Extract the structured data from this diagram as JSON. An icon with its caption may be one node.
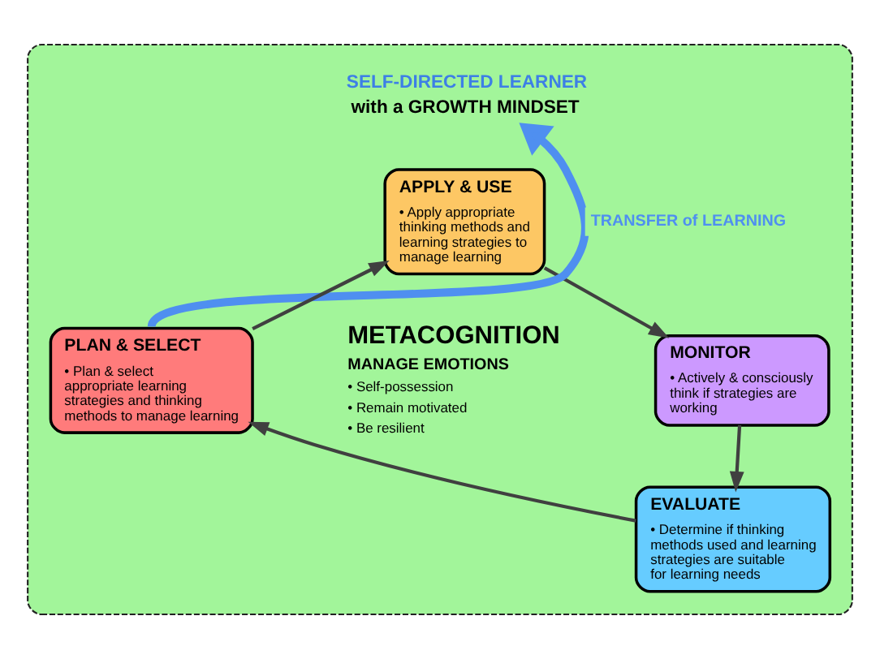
{
  "diagram": {
    "nodes": [
      {
        "text": [],
        "shape": "ellipse"
      },
      {
        "text": [
          "SELF-DIRECTED LEARNER",
          "with a GROWTH MINDSET"
        ],
        "in": 0
      },
      {
        "text": [
          "APPLY & USE",
          "• Apply appropriate thinking methods and learning strategies to manage learning"
        ],
        "in": 0
      },
      {
        "text": [
          "MONITOR",
          "• Actively & consciously think if strategies are working"
        ],
        "in": 0
      },
      {
        "text": [
          "EVALUATE",
          "• Determine if thinking methods used and learning strategies are suitable for learning needs"
        ],
        "in": 0
      },
      {
        "text": [
          "PLAN & SELECT",
          "• Plan & select appropriate learning strategies and thinking methods to manage learning"
        ],
        "in": 0
      }
    ],
    "edges": [
      {
        "from": 5,
        "to": 2,
        "arrow": "to"
      },
      {
        "from": 2,
        "to": 3,
        "arrow": "to"
      },
      {
        "from": 3,
        "to": 4,
        "arrow": "to"
      },
      {
        "from": 4,
        "to": 5,
        "arrow": "to"
      },
      {
        "from": 5,
        "to": 1,
        "arrow": "to",
        "label": "TRANSFER of LEARNING",
        "style": "thick",
        "color": "#4f8ff0"
      }
    ],
    "labels": [
      "METACOGNITION",
      "MANAGE EMOTIONS",
      "• Self-possession",
      "• Remain motivated",
      "• Be resilient"
    ]
  }
}
